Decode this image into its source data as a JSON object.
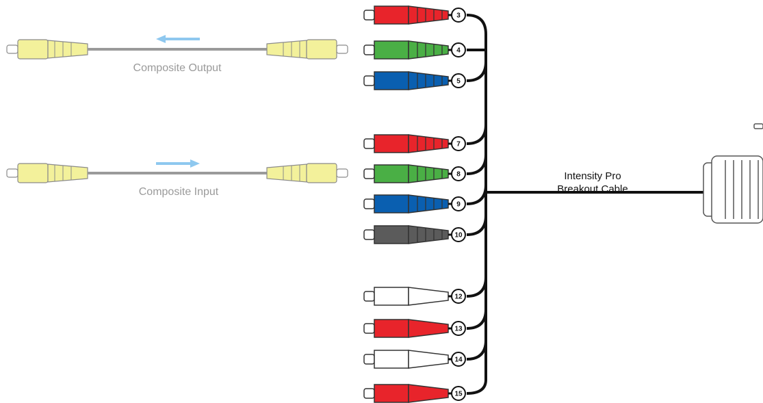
{
  "cables": {
    "composite_output": {
      "label": "Composite Output",
      "direction": "left",
      "plug_color": "#f3f19b"
    },
    "composite_input": {
      "label": "Composite Input",
      "direction": "right",
      "plug_color": "#f3f19b"
    },
    "arrow_color": "#8ec8ef"
  },
  "breakout": {
    "label_line1": "Intensity Pro",
    "label_line2": "Breakout Cable"
  },
  "connectors": [
    {
      "number": "3",
      "color": "#e8242b",
      "style": "banded"
    },
    {
      "number": "4",
      "color": "#4aaf45",
      "style": "banded"
    },
    {
      "number": "5",
      "color": "#0a5fb0",
      "style": "banded"
    },
    {
      "number": "7",
      "color": "#e8242b",
      "style": "banded"
    },
    {
      "number": "8",
      "color": "#4aaf45",
      "style": "banded"
    },
    {
      "number": "9",
      "color": "#0a5fb0",
      "style": "banded"
    },
    {
      "number": "10",
      "color": "#5b5b5b",
      "style": "banded"
    },
    {
      "number": "12",
      "color": "#ffffff",
      "style": "plain"
    },
    {
      "number": "13",
      "color": "#e8242b",
      "style": "plain"
    },
    {
      "number": "14",
      "color": "#ffffff",
      "style": "plain"
    },
    {
      "number": "15",
      "color": "#e8242b",
      "style": "plain"
    }
  ]
}
